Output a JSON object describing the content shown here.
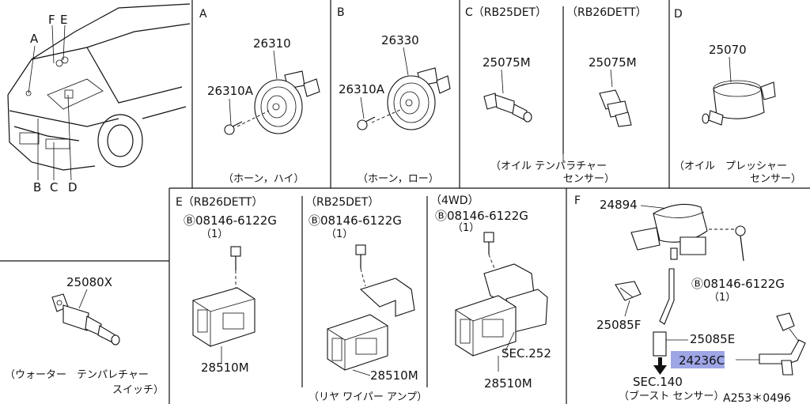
{
  "car_labels": {
    "a": "A",
    "b": "B",
    "c": "C",
    "d": "D",
    "e": "E",
    "f": "F"
  },
  "section_a": {
    "letter": "A",
    "part_horn": "26310",
    "part_bolt": "26310A",
    "caption": "（ホーン，ハイ）"
  },
  "section_b": {
    "letter": "B",
    "part_horn": "26330",
    "part_bolt": "26310A",
    "caption": "（ホーン，ロー）"
  },
  "section_c": {
    "title_left": "C（RB25DET）",
    "title_right": "（RB26DETT）",
    "part_left": "25075M",
    "part_right": "25075M",
    "caption_line1": "（オイル テンパラチャー",
    "caption_line2": "センサー）"
  },
  "section_d": {
    "letter": "D",
    "part": "25070",
    "caption_line1": "（オイル　プレッシャー",
    "caption_line2": "センサー）"
  },
  "water_switch": {
    "part": "25080X",
    "caption_line1": "（ウォーター　テンパレチャー",
    "caption_line2": "スイッチ）"
  },
  "section_e1": {
    "title": "E（RB26DETT）",
    "bolt": "Ⓑ08146-6122G",
    "qty": "（1）",
    "part": "28510M"
  },
  "section_e2": {
    "title": "（RB25DET）",
    "bolt": "Ⓑ08146-6122G",
    "qty": "（1）",
    "part": "28510M"
  },
  "section_e3": {
    "title": "（4WD）",
    "bolt": "Ⓑ08146-6122G",
    "qty": "（1）",
    "part": "28510M",
    "sec": "SEC.252"
  },
  "section_e_caption": "（リヤ ワイパー アンプ）",
  "section_f": {
    "letter": "F",
    "part_sensor": "24894",
    "bolt": "Ⓑ08146-6122G",
    "qty": "（1）",
    "part_clip": "25085F",
    "part_hose": "25085E",
    "part_bracket": "24236C",
    "sec": "SEC.140",
    "caption": "（ブースト センサー）",
    "highlight_color": "#9fa6e6"
  },
  "figure_code": "A253＊0496"
}
